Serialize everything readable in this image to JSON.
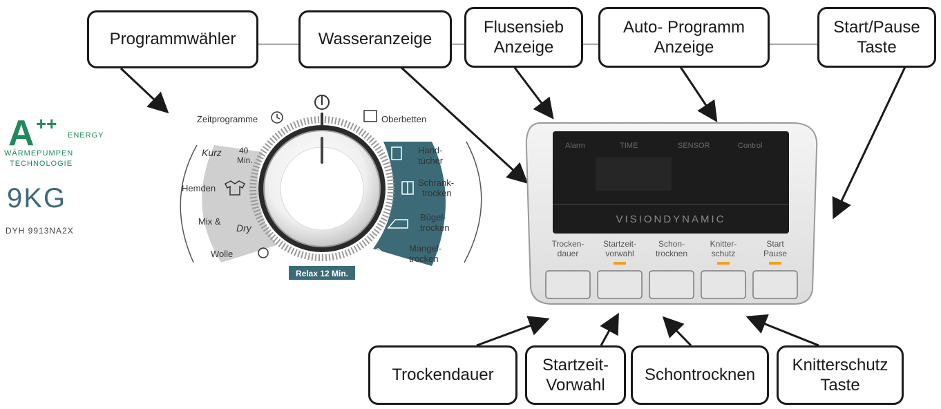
{
  "callouts": {
    "programmwaehler": "Programmwähler",
    "wasseranzeige": "Wasseranzeige",
    "flusensieb": [
      "Flusensieb",
      "Anzeige"
    ],
    "auto_programm": [
      "Auto- Programm",
      "Anzeige"
    ],
    "start_pause": [
      "Start/Pause",
      "Taste"
    ],
    "trockendauer": "Trockendauer",
    "startzeit": [
      "Startzeit-",
      "Vorwahl"
    ],
    "schontrocknen": "Schontrocknen",
    "knitterschutz": [
      "Knitterschutz",
      "Taste"
    ]
  },
  "brand": {
    "energy_class": "A",
    "energy_plus": "++",
    "energy_word": "ENERGY",
    "tech_line1": "WÄRMEPUMPEN",
    "tech_line2": "TECHNOLOGIE",
    "capacity": "9KG",
    "model": "DYH 9913NA2X"
  },
  "dial": {
    "zeitprogramme": "Zeitprogramme",
    "oberbetten": "Oberbetten",
    "kurz": "Kurz",
    "kurz_min_1": "40",
    "kurz_min_2": "Min.",
    "hand_1": "Hand-",
    "hand_2": "tücher",
    "hemden": "Hemden",
    "schrank_1": "Schrank-",
    "schrank_2": "trocken",
    "mix_1": "Mix &",
    "mix_2": "Dry",
    "buegel_1": "Bügel-",
    "buegel_2": "trocken",
    "wolle": "Wolle",
    "mangel_1": "Mangel-",
    "mangel_2": "trocken",
    "relax": "Relax 12 Min.",
    "power_symbol": "⏻"
  },
  "panel": {
    "ind_alarm": "Alarm",
    "ind_time": "TIME",
    "ind_sensor": "SENSOR",
    "ind_control": "Control",
    "brand_name": "VISIONDYNAMIC",
    "buttons": [
      {
        "line1": "Trocken-",
        "line2": "dauer",
        "led": false
      },
      {
        "line1": "Startzeit-",
        "line2": "vorwahl",
        "led": true
      },
      {
        "line1": "Schon-",
        "line2": "trocknen",
        "led": false
      },
      {
        "line1": "Knitter-",
        "line2": "schutz",
        "led": true
      },
      {
        "line1": "Start",
        "line2": "Pause",
        "led": true
      }
    ]
  },
  "colors": {
    "energy_green": "#1f8a5c",
    "dial_teal": "#3c6b77",
    "led_orange": "#f0a020",
    "outline": "#1a1a1a"
  }
}
